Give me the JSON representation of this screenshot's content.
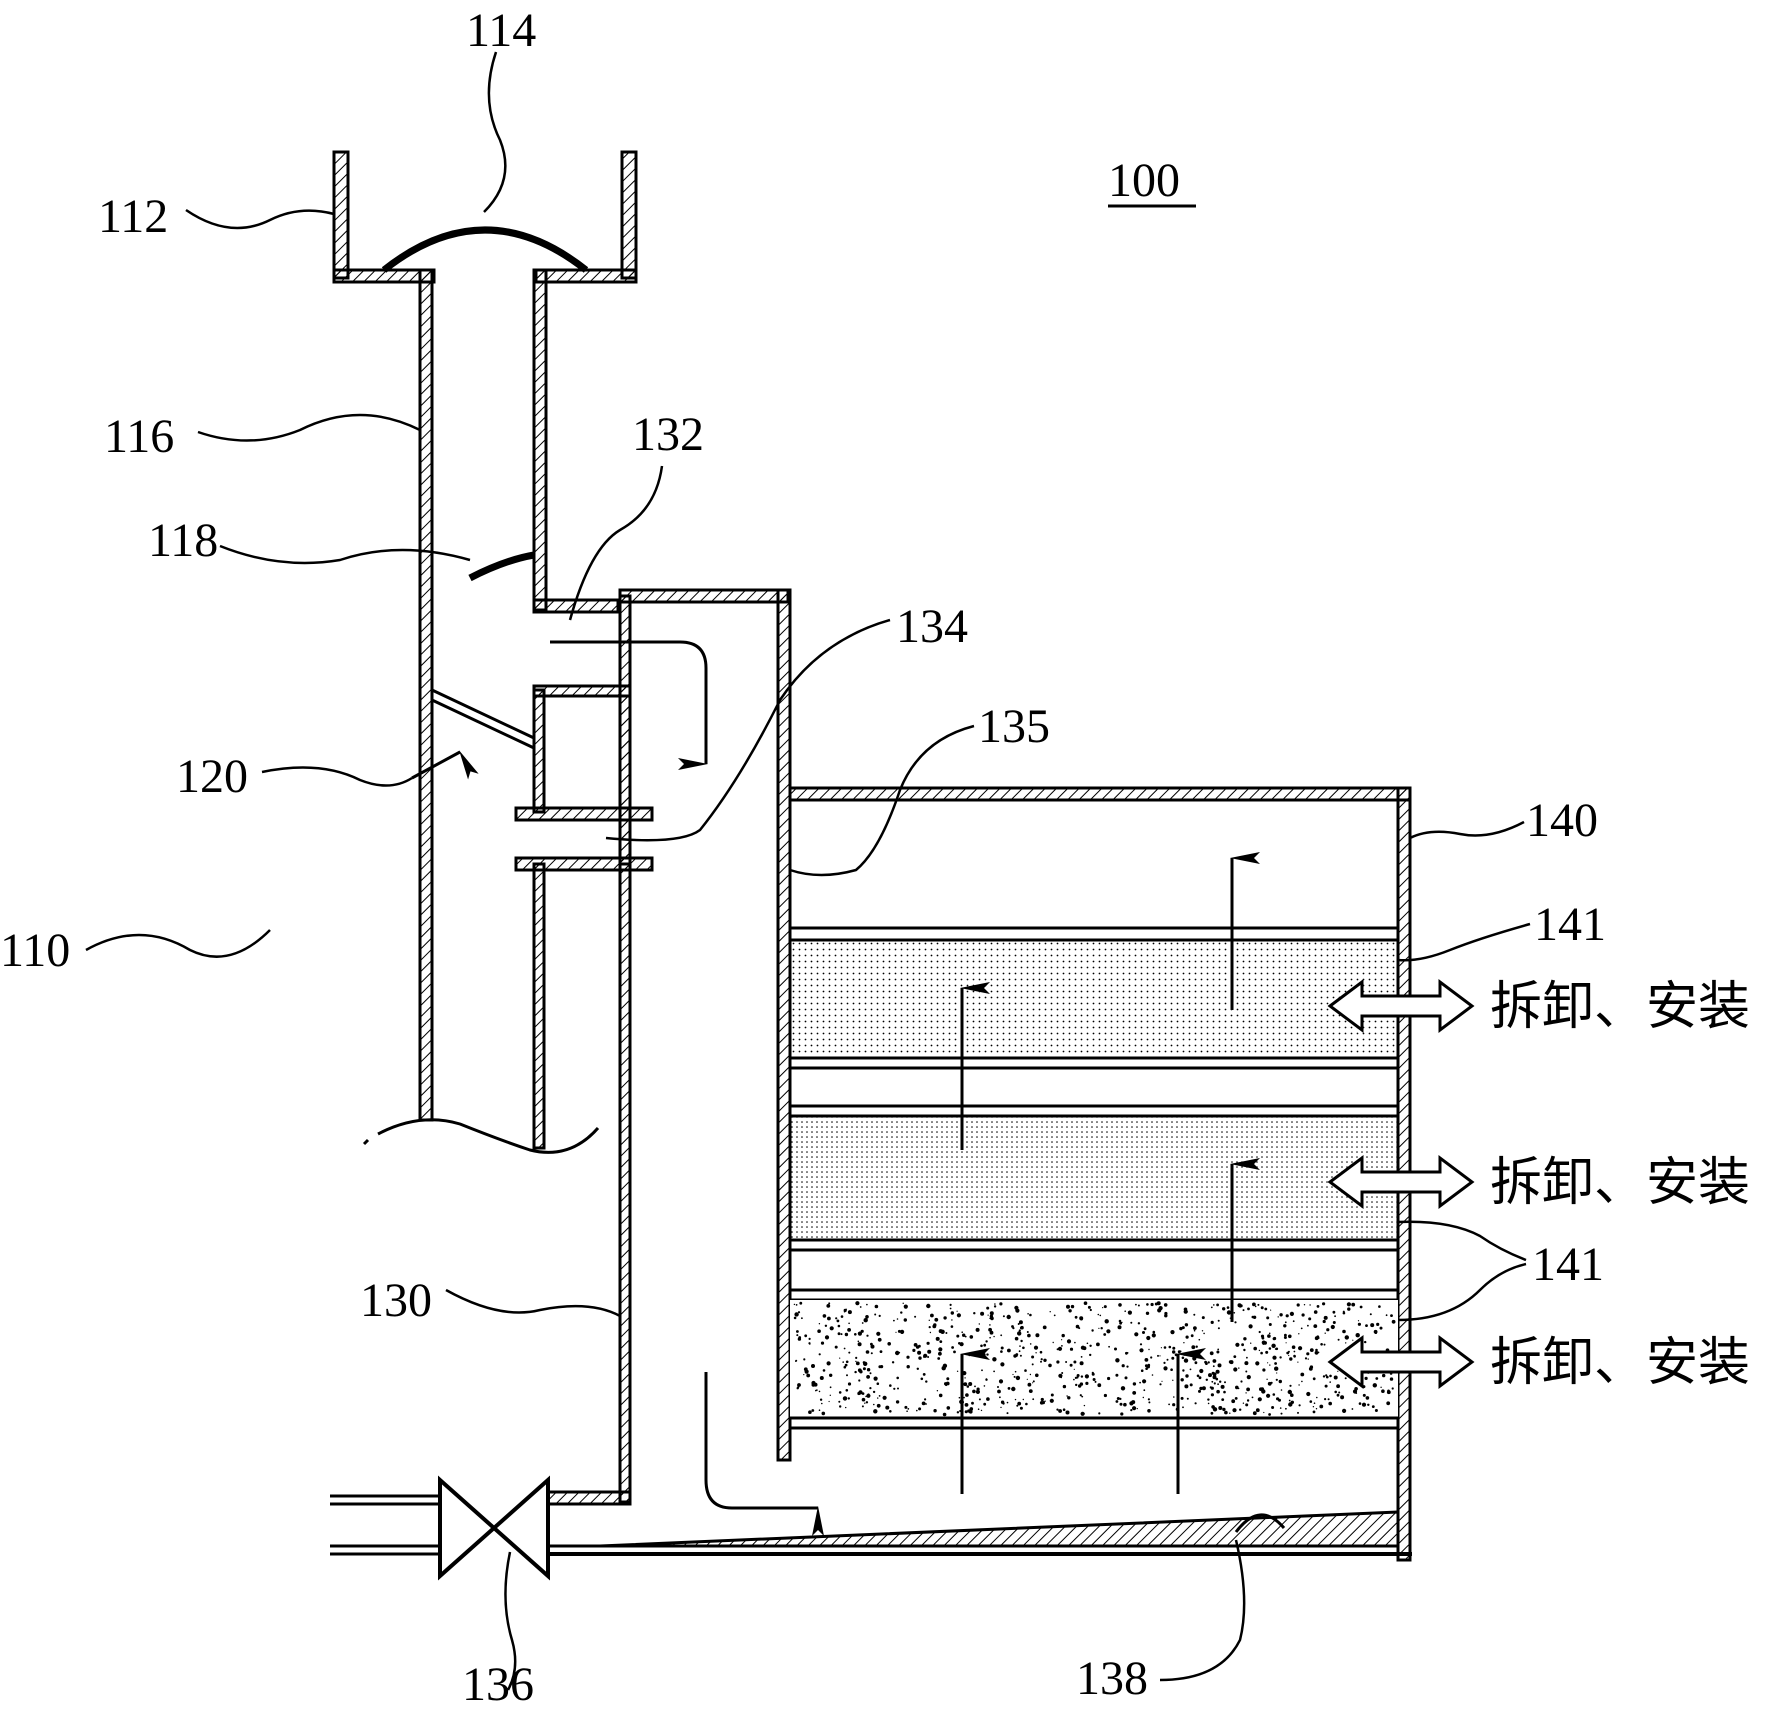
{
  "figure": {
    "reference": "100",
    "labels": {
      "n110": "110",
      "n112": "112",
      "n114": "114",
      "n116": "116",
      "n118": "118",
      "n120": "120",
      "n130": "130",
      "n132": "132",
      "n134": "134",
      "n135": "135",
      "n136": "136",
      "n138": "138",
      "n140": "140",
      "n141_top": "141",
      "n141_bottom": "141"
    },
    "filter_actions": [
      "拆卸、安装",
      "拆卸、安装",
      "拆卸、安装"
    ]
  }
}
